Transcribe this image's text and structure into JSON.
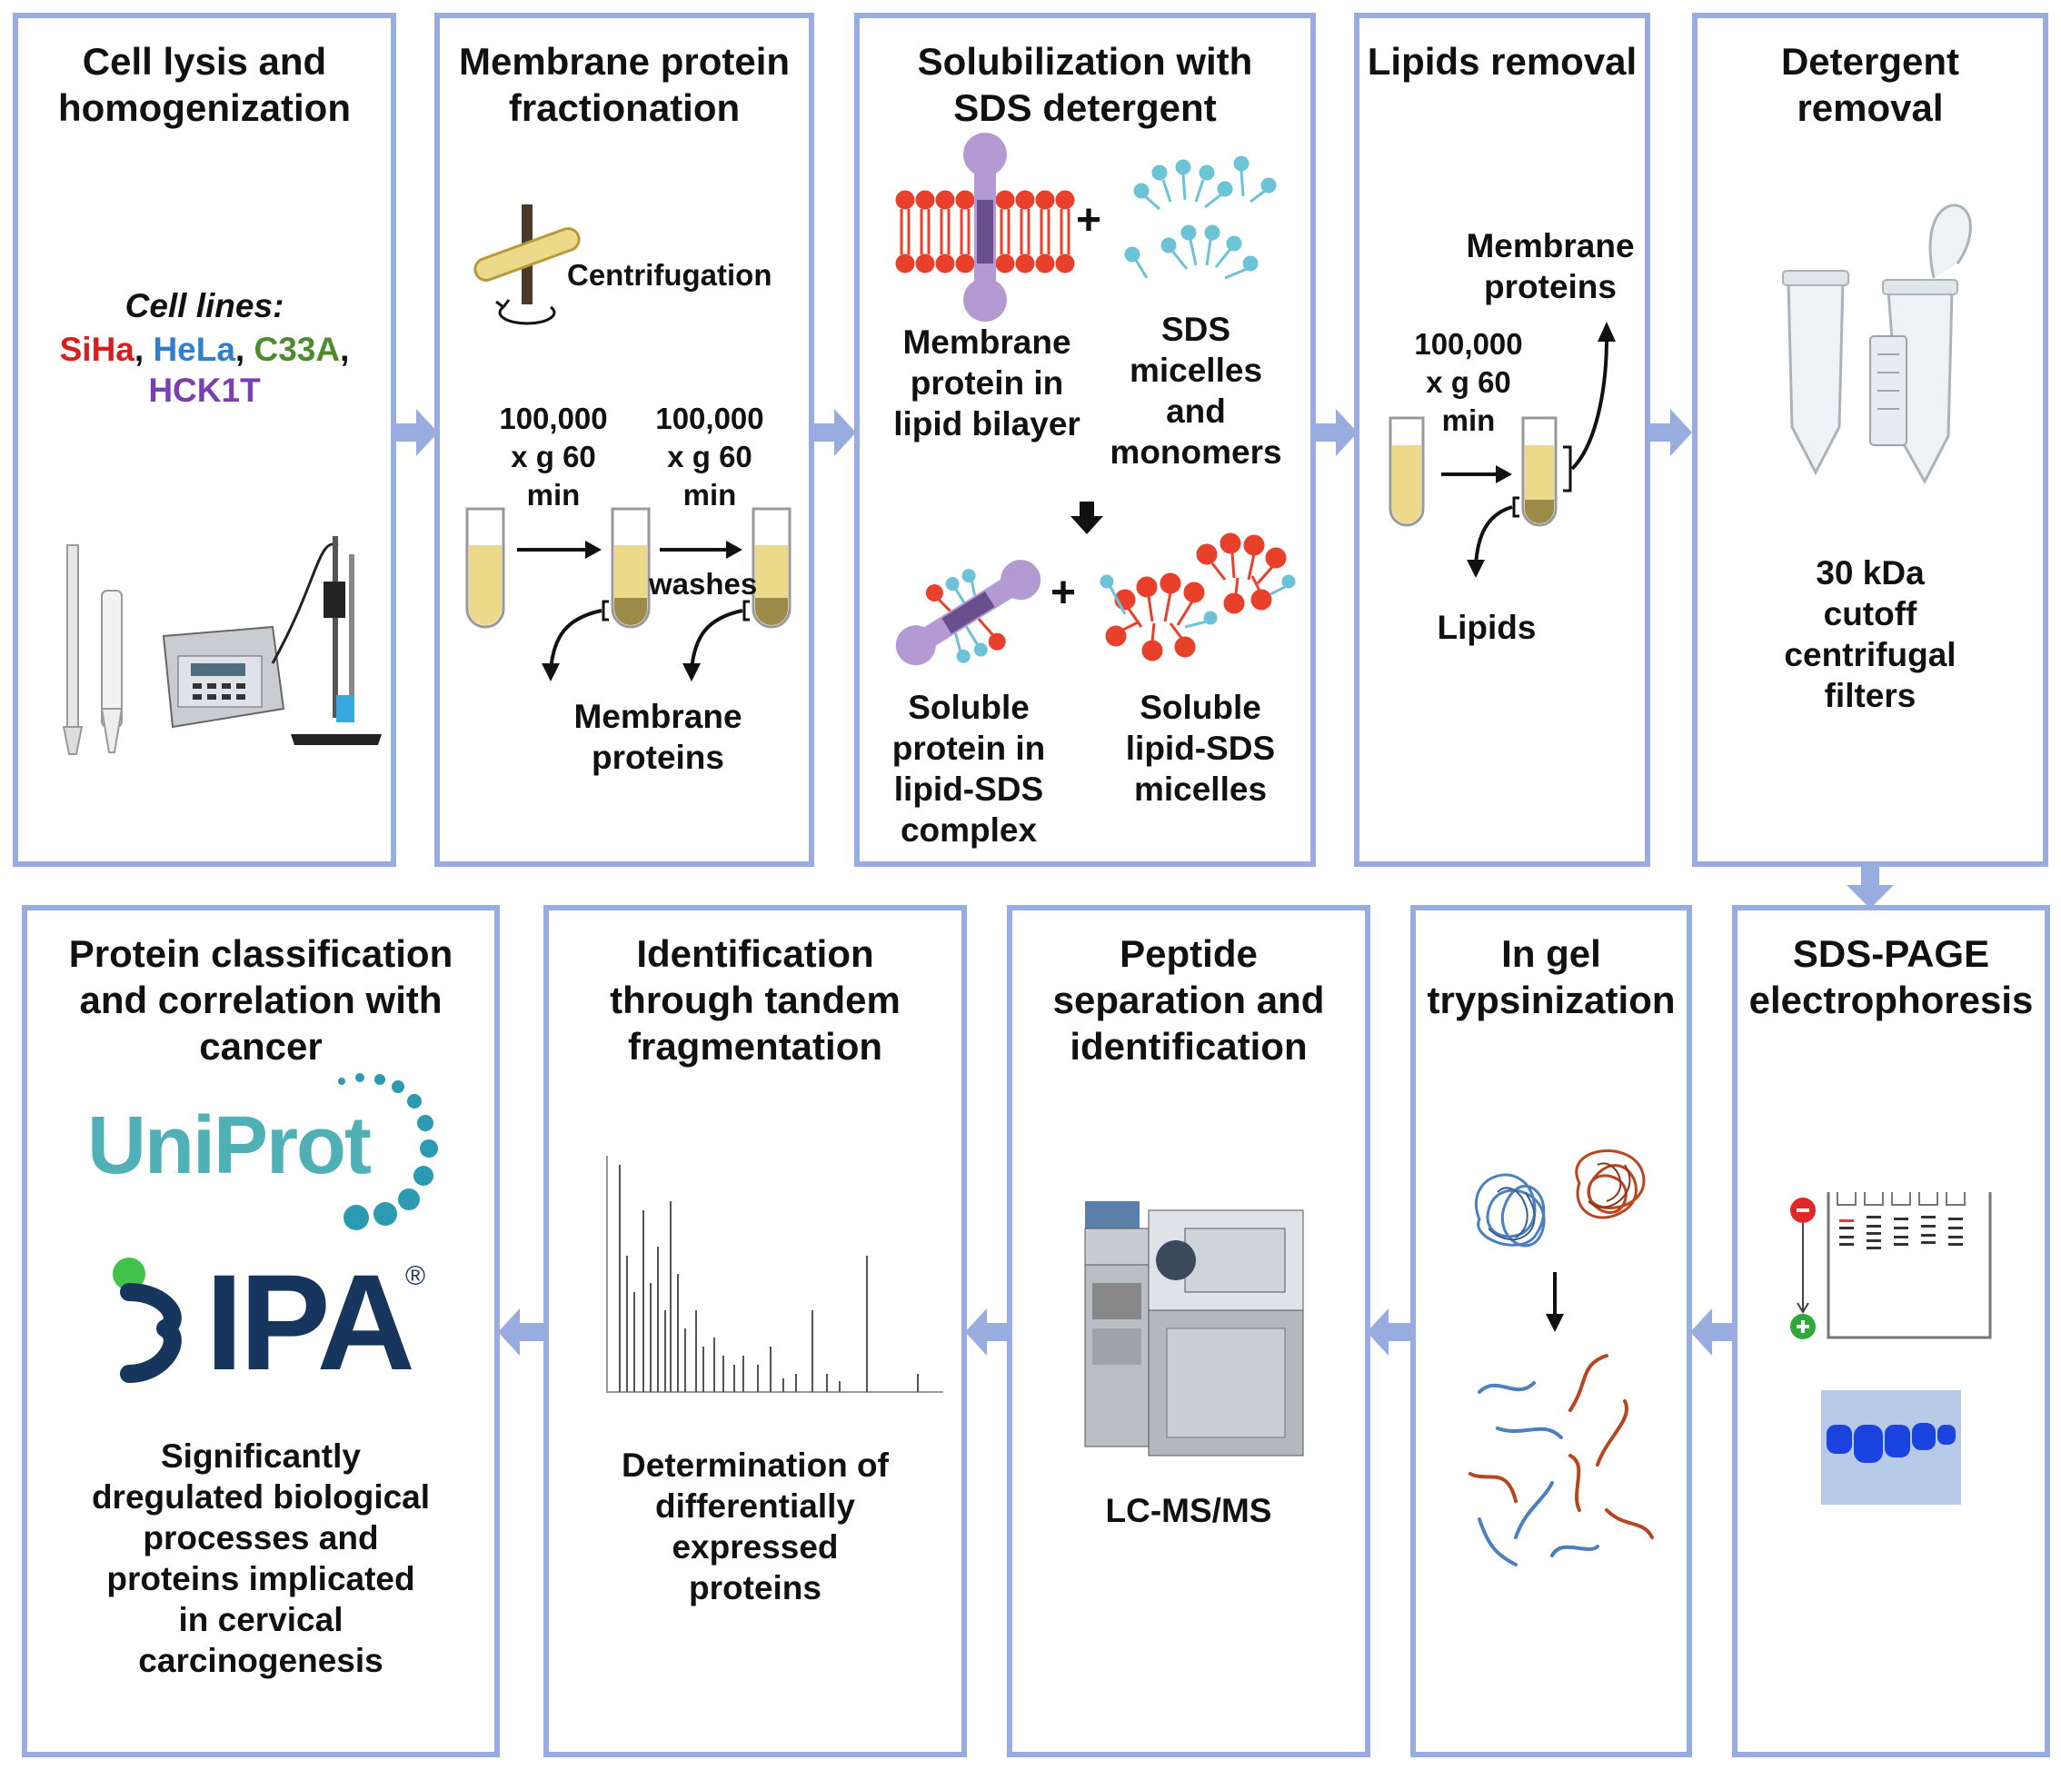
{
  "colors": {
    "panel_border": "#98acdf",
    "flow_arrow": "#98acdf",
    "cell_line_colors": [
      "#d62020",
      "#2f7fd0",
      "#4e8a2e",
      "#7a3fb0"
    ],
    "lipid_head": "#e8402a",
    "micelle_head": "#6cc2d6",
    "protein": "#b49ad2",
    "tube_liquid": "#ecd98a",
    "pellet": "#9b8a48",
    "uniprot": "#4fb0b6",
    "ipa": "#17365d",
    "ipa_dot": "#41c34a",
    "peptide_blue": "#4a7fc0",
    "peptide_red": "#b6461f"
  },
  "panels": {
    "p1": {
      "title": "Cell lysis and\nhomogenization",
      "cell_lines_label": "Cell lines:",
      "cell_lines": [
        "SiHa",
        "HeLa",
        "C33A",
        "HCK1T"
      ],
      "sep": ", ",
      "icon": "homogenizer-icon"
    },
    "p2": {
      "title": "Membrane protein\nfractionation",
      "centrifugation": "Centrifugation",
      "speed1": "100,000\nx g 60\nmin",
      "speed2": "100,000\nx g 60\nmin",
      "washes": "washes",
      "result": "Membrane\nproteins"
    },
    "p3": {
      "title": "Solubilization with\nSDS detergent",
      "membrane_label": "Membrane\nprotein in\nlipid bilayer",
      "sds_label": "SDS\nmicelles\nand\nmonomers",
      "plus1": "+",
      "plus2": "+",
      "soluble_protein": "Soluble\nprotein in\nlipid-SDS\ncomplex",
      "soluble_lipid": "Soluble\nlipid-SDS\nmicelles"
    },
    "p4": {
      "title": "Lipids removal",
      "membrane_proteins": "Membrane\nproteins",
      "speed": "100,000\nx g 60\nmin",
      "lipids": "Lipids"
    },
    "p5": {
      "title": "Detergent\nremoval",
      "filters": "30 kDa\ncutoff\ncentrifugal\nfilters"
    },
    "p6": {
      "title": "SDS-PAGE\nelectrophoresis",
      "minus": "−",
      "plus": "+"
    },
    "p7": {
      "title": "In gel\ntrypsinization"
    },
    "p8": {
      "title": "Peptide\nseparation and\nidentification",
      "instrument": "LC-MS/MS"
    },
    "p9": {
      "title": "Identification\nthrough tandem\nfragmentation",
      "caption": "Determination of\ndifferentially\nexpressed\nproteins"
    },
    "p10": {
      "title": "Protein classification\nand correlation with\ncancer",
      "uniprot": "UniProt",
      "ipa": "IPA",
      "reg": "®",
      "caption": "Significantly\ndregulated biological\nprocesses and\nproteins implicated\nin cervical\ncarcinogenesis"
    }
  }
}
